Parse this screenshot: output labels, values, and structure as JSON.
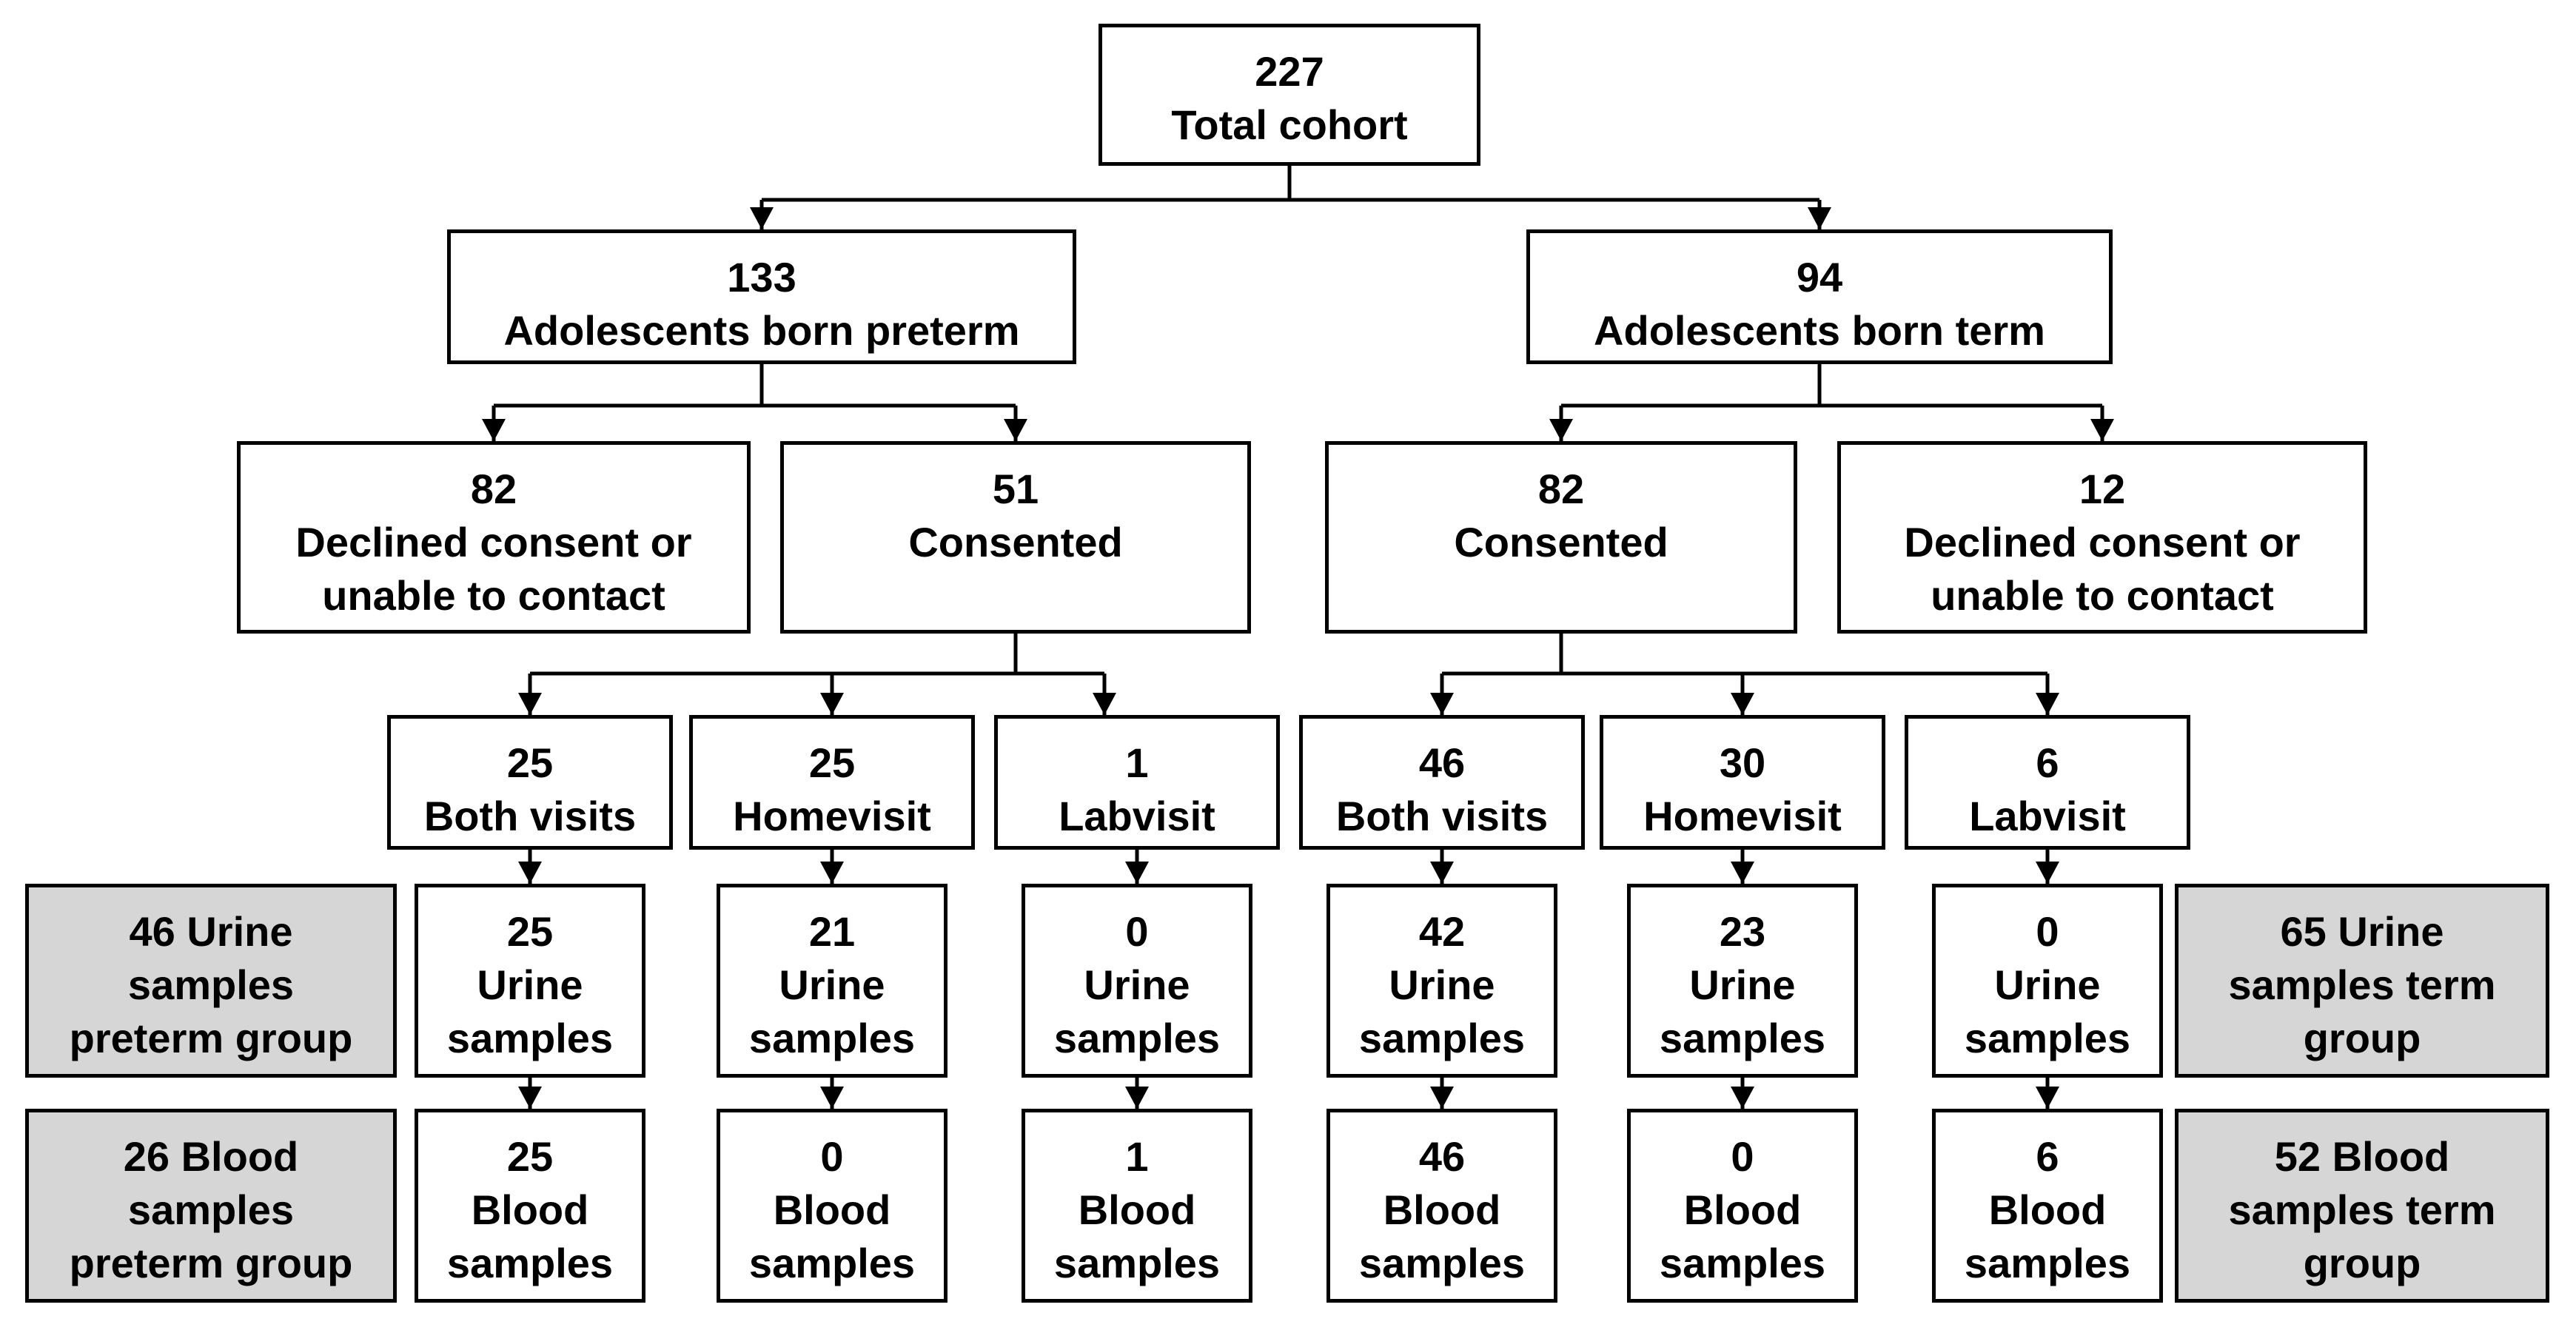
{
  "diagram_type": "flowchart",
  "colors": {
    "background": "#ffffff",
    "box_fill": "#ffffff",
    "summary_box_fill": "#d6d6d6",
    "border_and_lines": "#000000"
  },
  "nodes": {
    "total": {
      "value": 227,
      "label": "Total cohort",
      "text": "227\nTotal cohort"
    },
    "preterm": {
      "value": 133,
      "label": "Adolescents born preterm",
      "text": "133\nAdolescents born preterm"
    },
    "term": {
      "value": 94,
      "label": "Adolescents born term",
      "text": "94\nAdolescents born term"
    },
    "preterm_declined": {
      "value": 82,
      "label": "Declined consent or unable to contact",
      "text": "82\nDeclined consent or\nunable to contact"
    },
    "preterm_consented": {
      "value": 51,
      "label": "Consented",
      "text": "51\nConsented"
    },
    "term_consented": {
      "value": 82,
      "label": "Consented",
      "text": "82\nConsented"
    },
    "term_declined": {
      "value": 12,
      "label": "Declined consent or unable to contact",
      "text": "12\nDeclined consent or\nunable to contact"
    },
    "preterm_both": {
      "value": 25,
      "label": "Both visits",
      "text": "25\nBoth visits"
    },
    "preterm_home": {
      "value": 25,
      "label": "Homevisit",
      "text": "25\nHomevisit"
    },
    "preterm_lab": {
      "value": 1,
      "label": "Labvisit",
      "text": "1\nLabvisit"
    },
    "term_both": {
      "value": 46,
      "label": "Both visits",
      "text": "46\nBoth visits"
    },
    "term_home": {
      "value": 30,
      "label": "Homevisit",
      "text": "30\nHomevisit"
    },
    "term_lab": {
      "value": 6,
      "label": "Labvisit",
      "text": "6\nLabvisit"
    },
    "preterm_urine_total": {
      "value": 46,
      "label": "Urine samples preterm group",
      "text": "46 Urine\nsamples\npreterm group"
    },
    "preterm_urine_both": {
      "value": 25,
      "label": "Urine samples",
      "text": "25\nUrine\nsamples"
    },
    "preterm_urine_home": {
      "value": 21,
      "label": "Urine samples",
      "text": "21\nUrine\nsamples"
    },
    "preterm_urine_lab": {
      "value": 0,
      "label": "Urine samples",
      "text": "0\nUrine\nsamples"
    },
    "term_urine_both": {
      "value": 42,
      "label": "Urine samples",
      "text": "42\nUrine\nsamples"
    },
    "term_urine_home": {
      "value": 23,
      "label": "Urine samples",
      "text": "23\nUrine\nsamples"
    },
    "term_urine_lab": {
      "value": 0,
      "label": "Urine samples",
      "text": "0\nUrine\nsamples"
    },
    "term_urine_total": {
      "value": 65,
      "label": "Urine samples term group",
      "text": "65 Urine\nsamples term\ngroup"
    },
    "preterm_blood_total": {
      "value": 26,
      "label": "Blood samples preterm group",
      "text": "26 Blood\nsamples\npreterm group"
    },
    "preterm_blood_both": {
      "value": 25,
      "label": "Blood samples",
      "text": "25\nBlood\nsamples"
    },
    "preterm_blood_home": {
      "value": 0,
      "label": "Blood samples",
      "text": "0\nBlood\nsamples"
    },
    "preterm_blood_lab": {
      "value": 1,
      "label": "Blood samples",
      "text": "1\nBlood\nsamples"
    },
    "term_blood_both": {
      "value": 46,
      "label": "Blood samples",
      "text": "46\nBlood\nsamples"
    },
    "term_blood_home": {
      "value": 0,
      "label": "Blood samples",
      "text": "0\nBlood\nsamples"
    },
    "term_blood_lab": {
      "value": 6,
      "label": "Blood samples",
      "text": "6\nBlood\nsamples"
    },
    "term_blood_total": {
      "value": 52,
      "label": "Blood samples term group",
      "text": "52 Blood\nsamples term\ngroup"
    }
  }
}
